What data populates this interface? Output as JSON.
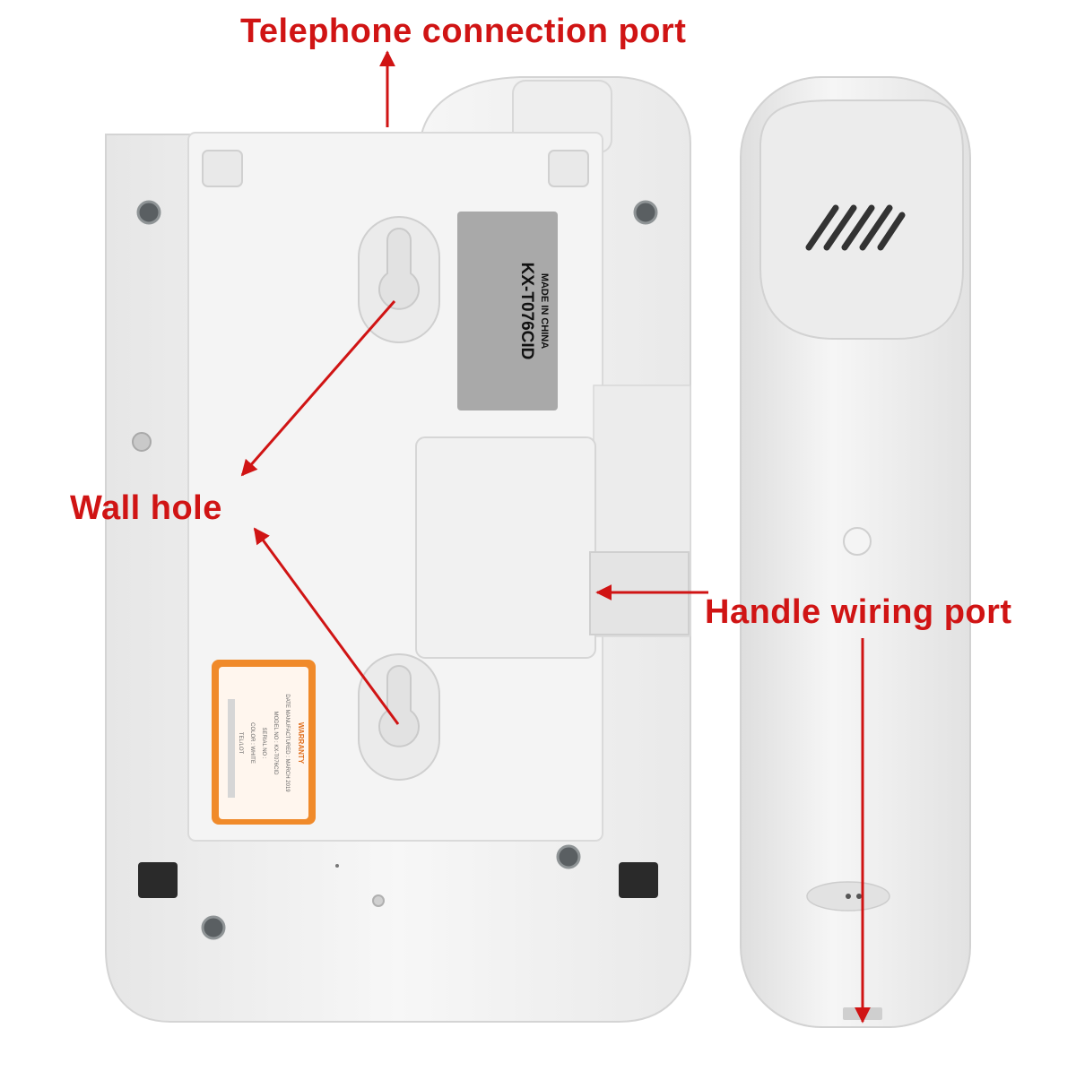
{
  "callouts": {
    "telephone_port": "Telephone connection port",
    "wall_hole": "Wall hole",
    "handle_port": "Handle wiring port"
  },
  "product_label": {
    "model": "KX-T076CID",
    "origin": "MADE IN CHINA"
  },
  "warranty_sticker": {
    "header": "WARRANTY",
    "lines": [
      "DATE MANUFACTURED : MARCH 2019",
      "MODEL NO : KX-T076CID",
      "SERIAL NO :",
      "COLOR : WHITE",
      "TEL/LOT"
    ]
  },
  "colors": {
    "annotation": "#d01414",
    "body": "#f1f1f1",
    "label_grey": "#a9a9a9",
    "sticker_orange": "#f08a2a"
  }
}
